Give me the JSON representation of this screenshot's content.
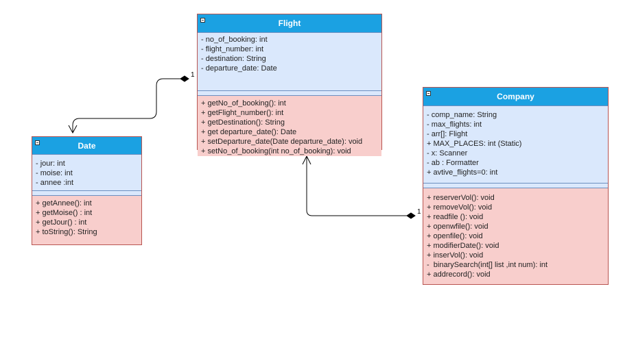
{
  "classes": {
    "flight": {
      "name": "Flight",
      "attributes": [
        "- no_of_booking: int",
        "- flight_number: int",
        "- destination: String",
        "- departure_date: Date"
      ],
      "operations": [
        "+ getNo_of_booking(): int",
        "+ getFlight_number(): int",
        "+ getDestination(): String",
        "+ get departure_date(): Date",
        "+ setDeparture_date(Date departure_date): void",
        "+ setNo_of_booking(int no_of_booking): void"
      ]
    },
    "date": {
      "name": "Date",
      "attributes": [
        "- jour: int",
        "- moise: int",
        "- annee :int"
      ],
      "operations": [
        "+ getAnnee(): int",
        "+ getMoise() : int",
        "+ getJour() : int",
        "+ toString(): String"
      ]
    },
    "company": {
      "name": "Company",
      "attributes": [
        "- comp_name: String",
        "- max_flights: int",
        "- arr[]: Flight",
        "+ MAX_PLACES: int (Static)",
        "- x: Scanner",
        "- ab : Formatter",
        "+ avtive_flights=0: int"
      ],
      "operations": [
        "+ reserverVol(): void",
        "+ removeVol(): void",
        "+ readfile (): void",
        "+ openwfile(): void",
        "+ openfile(): void",
        "+ modifierDate(): void",
        "+ inserVol(): void",
        "-  binarySearch(int[] list ,int num): int",
        "+ addrecord(): void"
      ]
    }
  },
  "relations": {
    "flight_date_multiplicity": "1",
    "company_flight_multiplicity": "1"
  },
  "colors": {
    "header": "#1ba1e2",
    "attributes_bg": "#dae8fc",
    "operations_bg": "#f8cecc"
  }
}
